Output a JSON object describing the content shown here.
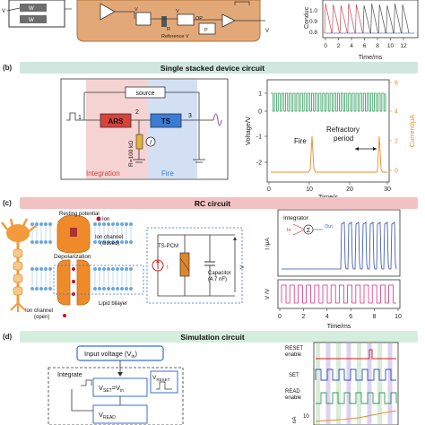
{
  "panel_a": {
    "labels": {
      "vin": "V",
      "wr": "W",
      "wb": "W",
      "vm": "V",
      "ri": "R",
      "vrt": "V",
      "op": "OP",
      "p": "P",
      "vo": "V",
      "ref": "Reference V",
      "conduc": "Conduc"
    },
    "chart": {
      "y_ticks": [
        "1.0",
        "0.9",
        "0.8"
      ],
      "x_ticks": [
        "0",
        "2",
        "4",
        "6",
        "8",
        "10",
        "12"
      ],
      "x_label": "Time/ms"
    }
  },
  "panel_b": {
    "tag": "(b)",
    "title": "Single stacked device circuit",
    "circuit": {
      "source": "source",
      "ars": "ARS",
      "ts": "TS",
      "resistor": "R=100 kΩ",
      "current_symbol": "I",
      "integration": "Integration",
      "fire": "Fire",
      "node1": "1",
      "node2": "2",
      "node3": "3"
    },
    "chart": {
      "y_label": "Voltage/V",
      "y2_label": "Current/μA",
      "y_ticks": [
        "1",
        "0",
        "-1",
        "-2"
      ],
      "y2_ticks": [
        "6",
        "4",
        "2",
        "0"
      ],
      "x_ticks": [
        "0",
        "10",
        "20",
        "30"
      ],
      "x_label": "Time/s",
      "fire": "Fire",
      "refractory": "Refractory",
      "period": "period"
    }
  },
  "panel_c": {
    "tag": "(c)",
    "title": "RC circuit",
    "bio": {
      "resting": "Resting potential",
      "ion": "Ion",
      "ion_closed_1": "Ion channel",
      "ion_closed_2": "(closed)",
      "depolarization": "Depolarization",
      "lipid": "Lipid bilayer",
      "ion_open_1": "Ion channel",
      "ion_open_2": "(open)"
    },
    "circuit": {
      "device": "TS-PCM",
      "capacitor_1": "Capacitor",
      "capacitor_2": "(4.7 nF)",
      "iin": "I",
      "vout": "V"
    },
    "chart": {
      "integrator": "Integrator",
      "in": "In",
      "out": "Out",
      "y1_label": "I /μA",
      "y2_label": "V /V",
      "x_ticks": [
        "0",
        "2",
        "4",
        "6",
        "8",
        "10"
      ],
      "x_label": "Time/ms"
    }
  },
  "panel_d": {
    "tag": "(d)",
    "title": "Simulation circuit",
    "flow": {
      "input": "Input voltage (V",
      "input_sub": "in",
      "integrate": "Integrate",
      "vset": "V",
      "vset_eq": "=V",
      "vreset": "V",
      "reset_sub": "RESET",
      "vread": "V"
    },
    "chart": {
      "reset_label_1": "RESET",
      "reset_label_2": "enable",
      "set_label": "SET",
      "read_label_1": "READ",
      "read_label_2": "enable",
      "ua_label": "nA",
      "ua_tick": "10"
    }
  },
  "colors": {
    "banner_b": "#cfe7de",
    "banner_c": "#f2c2c2",
    "banner_d": "#d4eedd",
    "circuit_bg": "#e3a877",
    "green_wave": "#2e9a5a",
    "orange_wave": "#e98c2c",
    "blue_wave": "#2f4fb0",
    "pink_wave": "#d63384"
  }
}
